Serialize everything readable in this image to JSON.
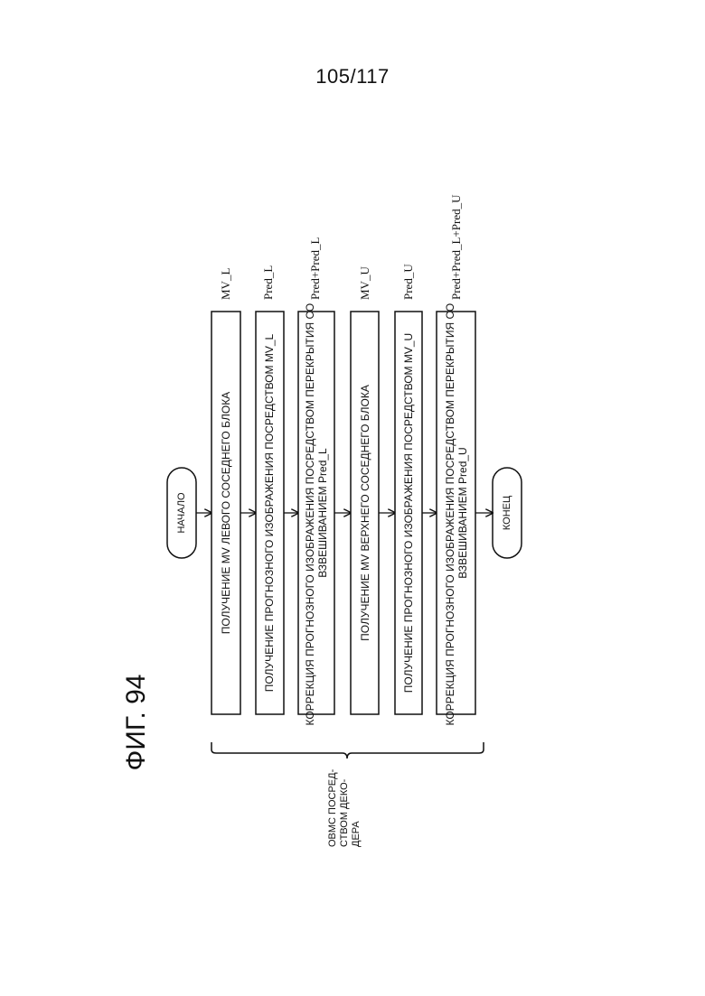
{
  "page_number": "105/117",
  "figure_label": "ФИГ. 94",
  "start_label": "НАЧАЛО",
  "end_label": "КОНЕЦ",
  "steps": [
    {
      "text_lines": [
        "ПОЛУЧЕНИЕ MV ЛЕВОГО СОСЕДНЕГО БЛОКА"
      ],
      "output": "MV_L"
    },
    {
      "text_lines": [
        "ПОЛУЧЕНИЕ ПРОГНОЗНОГО ИЗОБРАЖЕНИЯ ПОСРЕДСТВОМ MV_L"
      ],
      "output": "Pred_L"
    },
    {
      "text_lines": [
        "КОРРЕКЦИЯ ПРОГНОЗНОГО ИЗОБРАЖЕНИЯ ПОСРЕДСТВОМ ПЕРЕКРЫТИЯ СО",
        "ВЗВЕШИВАНИЕМ Pred_L"
      ],
      "output": "Pred+Pred_L"
    },
    {
      "text_lines": [
        "ПОЛУЧЕНИЕ MV ВЕРХНЕГО СОСЕДНЕГО БЛОКА"
      ],
      "output": "MV_U"
    },
    {
      "text_lines": [
        "ПОЛУЧЕНИЕ ПРОГНОЗНОГО ИЗОБРАЖЕНИЯ ПОСРЕДСТВОМ MV_U"
      ],
      "output": "Pred_U"
    },
    {
      "text_lines": [
        "КОРРЕКЦИЯ ПРОГНОЗНОГО ИЗОБРАЖЕНИЯ ПОСРЕДСТВОМ ПЕРЕКРЫТИЯ СО",
        "ВЗВЕШИВАНИЕМ Pred_U"
      ],
      "output": "Pred+Pred_L+Pred_U"
    }
  ],
  "brace_label_lines": [
    "OBMC ПОСРЕД-",
    "СТВОМ ДЕКО-",
    "ДЕРА"
  ]
}
